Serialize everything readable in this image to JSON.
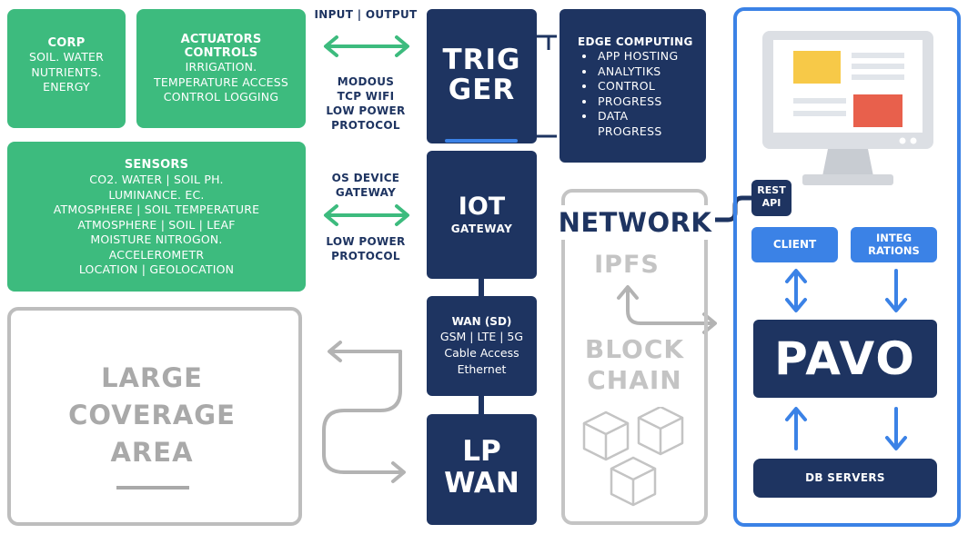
{
  "corp": {
    "title": "CORP",
    "lines": [
      "SOIL. WATER",
      "NUTRIENTS.",
      "ENERGY"
    ]
  },
  "actuators": {
    "title_lines": [
      "ACTUATORS",
      "CONTROLS"
    ],
    "lines": [
      "IRRIGATION.",
      "TEMPERATURE ACCESS",
      "CONTROL LOGGING"
    ]
  },
  "sensors": {
    "title": "SENSORS",
    "lines": [
      "CO2. WATER | SOIL PH.",
      "LUMINANCE. EC.",
      "ATMOSPHERE | SOIL TEMPERATURE",
      "ATMOSPHERE | SOIL | LEAF",
      "MOISTURE NITROGON.",
      "ACCELEROMETR",
      "LOCATION | GEOLOCATION"
    ]
  },
  "large_coverage": {
    "lines": [
      "LARGE",
      "COVERAGE",
      "AREA"
    ]
  },
  "io_labels": {
    "top": "INPUT | OUTPUT",
    "protocol1": [
      "MODOUS",
      "TCP WIFI",
      "LOW POWER",
      "PROTOCOL"
    ],
    "gateway_top": [
      "OS DEVICE",
      "GATEWAY"
    ],
    "gateway_bottom": [
      "LOW POWER",
      "PROTOCOL"
    ]
  },
  "trigger": {
    "lines": [
      "TRIG",
      "GER"
    ]
  },
  "iot": {
    "title": "IOT",
    "subtitle": "GATEWAY"
  },
  "wan": {
    "title": "WAN (SD)",
    "lines": [
      "GSM | LTE | 5G",
      "Cable Access",
      "Ethernet"
    ]
  },
  "lpwan": {
    "lines": [
      "LP",
      "WAN"
    ]
  },
  "edge": {
    "title": "EDGE COMPUTING",
    "items": [
      "APP HOSTING",
      "ANALYTIKS",
      "CONTROL",
      "PROGRESS",
      "DATA PROGRESS"
    ]
  },
  "network": {
    "label": "NETWORK",
    "ipfs": "IPFS",
    "blockchain": [
      "BLOCK",
      "CHAIN"
    ]
  },
  "rest_api": {
    "lines": [
      "REST",
      "API"
    ]
  },
  "client": "CLIENT",
  "integrations": {
    "lines": [
      "INTEG",
      "RATIONS"
    ]
  },
  "pavo": "PAVO",
  "db_servers": "DB SERVERS",
  "colors": {
    "green": "#3dbb7e",
    "navy": "#1e3461",
    "blue": "#3b82e6",
    "gray": "#b3b3b3",
    "monitor_yellow": "#f7c948",
    "monitor_red": "#e8604c"
  }
}
